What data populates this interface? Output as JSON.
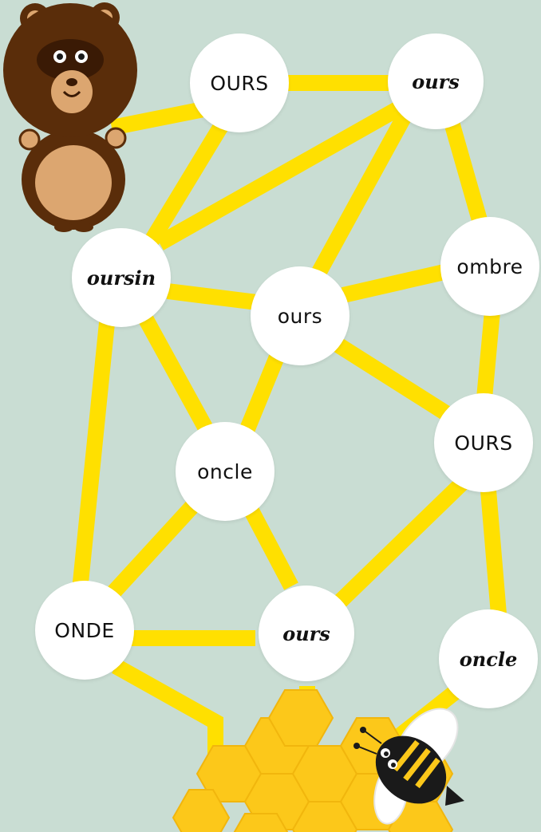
{
  "colors": {
    "background": "#c9ddd3",
    "path": "#ffe000",
    "node": "#ffffff",
    "honeycomb": "#fcc81a",
    "bear_dark": "#5a2d0a",
    "bear_light": "#dca670"
  },
  "icons": {
    "start": "bear-icon",
    "finish_honeycomb": "honeycomb-icon",
    "finish_bee": "bee-icon"
  },
  "words": {
    "n1": "OURS",
    "n2": "ours",
    "n3": "oursin",
    "n4": "ombre",
    "n5": "ours",
    "n6": "OURS",
    "n7": "oncle",
    "n8": "ONDE",
    "n9": "ours",
    "n10": "oncle"
  }
}
